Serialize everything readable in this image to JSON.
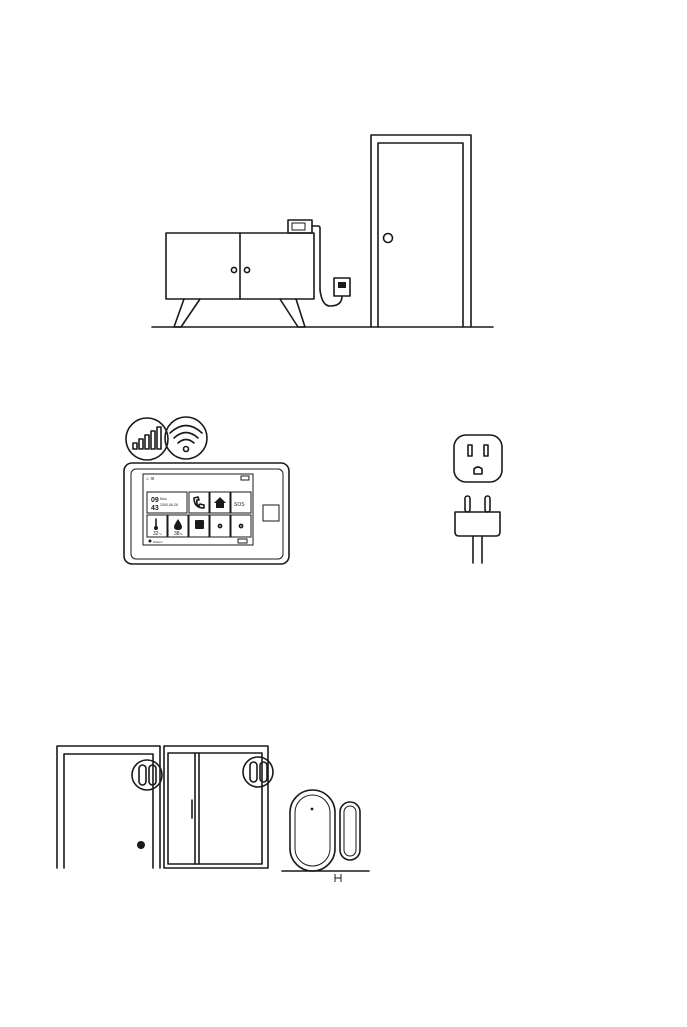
{
  "panel": {
    "hour": "09",
    "minute": "43",
    "weekday": "Mon",
    "date": "2000-06-26",
    "sos_label": "SOS",
    "temperature": "32",
    "temp_unit": "°c",
    "humidity": "38",
    "humidity_unit": "%",
    "status_text": "Disarm"
  }
}
